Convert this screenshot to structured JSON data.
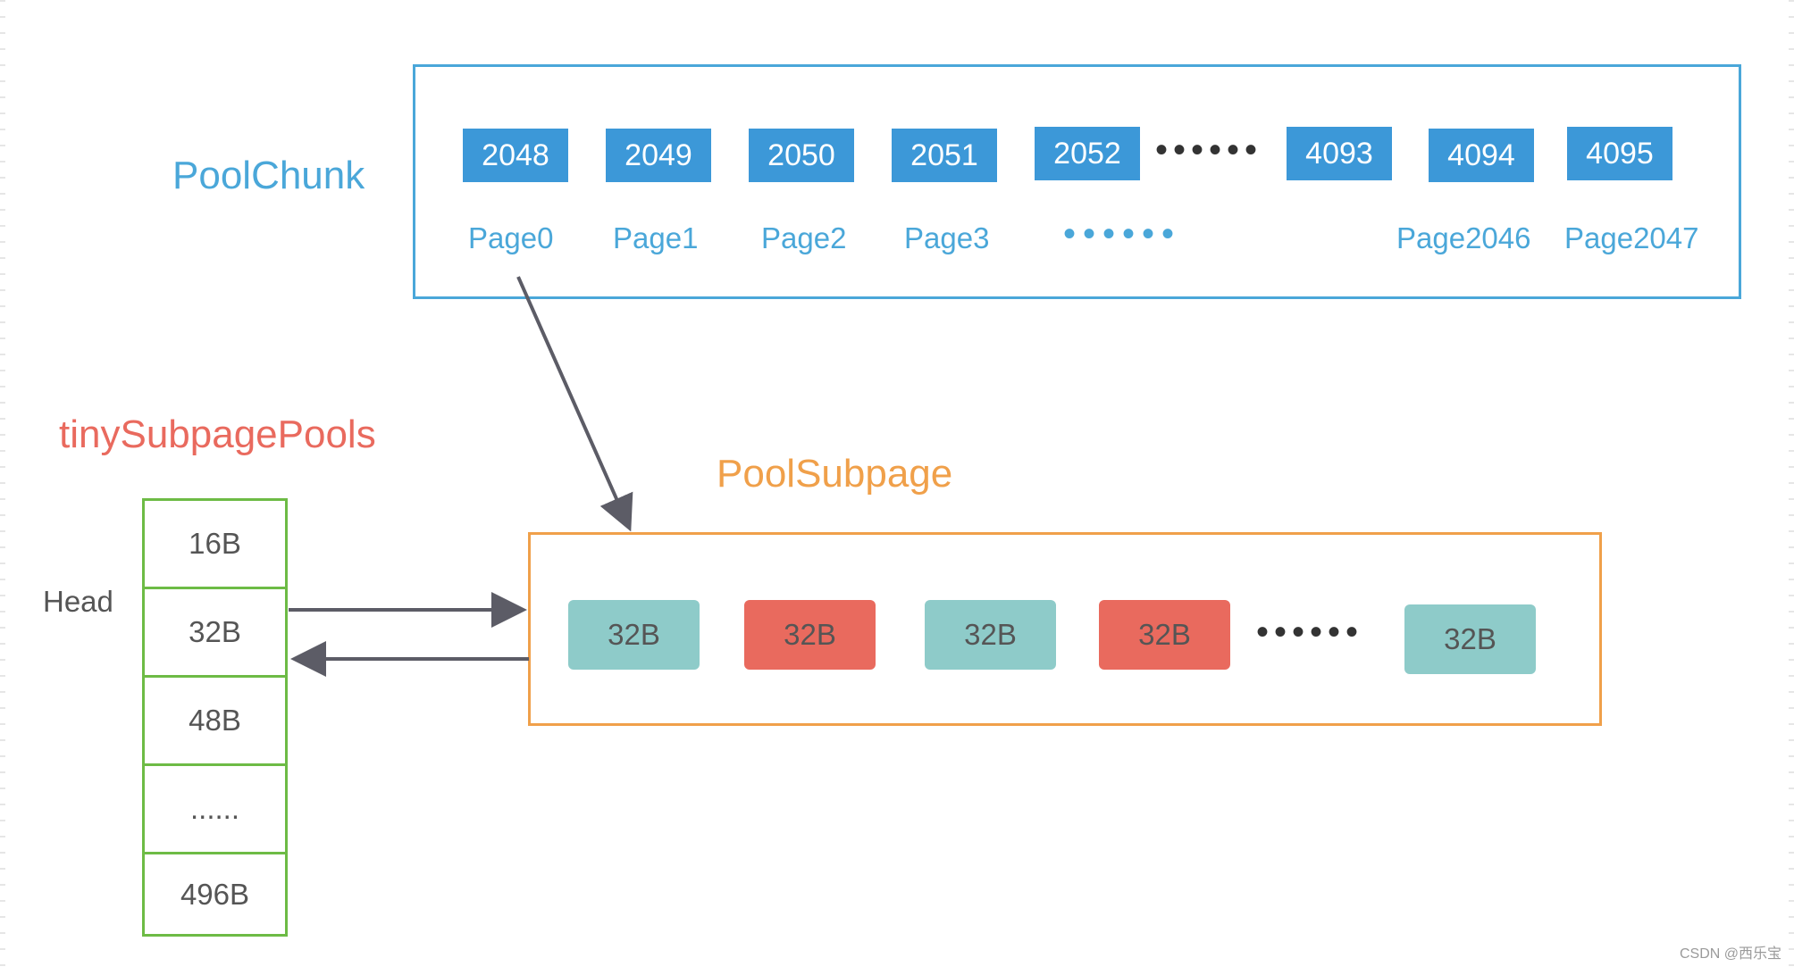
{
  "pool_chunk": {
    "title": "PoolChunk",
    "border_color": "#4aa7d9",
    "chip_color": "#3c98d8",
    "nodes": [
      "2048",
      "2049",
      "2050",
      "2051",
      "2052",
      "4093",
      "4094",
      "4095"
    ],
    "nodes_ellipsis": "••••••",
    "pages": [
      "Page0",
      "Page1",
      "Page2",
      "Page3",
      "Page2046",
      "Page2047"
    ],
    "pages_ellipsis": "••••••"
  },
  "tiny_subpage_pools": {
    "title": "tinySubpagePools",
    "head_label": "Head",
    "color": "#e96a5e",
    "border_color": "#6dbb45",
    "cells": [
      "16B",
      "32B",
      "48B",
      "......",
      "496B"
    ]
  },
  "pool_subpage": {
    "title": "PoolSubpage",
    "border_color": "#f0a04a",
    "elements": [
      {
        "label": "32B",
        "state": "free",
        "color": "#8ecbc9"
      },
      {
        "label": "32B",
        "state": "used",
        "color": "#e96a5e"
      },
      {
        "label": "32B",
        "state": "free",
        "color": "#8ecbc9"
      },
      {
        "label": "32B",
        "state": "used",
        "color": "#e96a5e"
      },
      {
        "label": "32B",
        "state": "free",
        "color": "#8ecbc9"
      }
    ],
    "ellipsis": "••••••"
  },
  "watermark": "CSDN @西乐宝"
}
